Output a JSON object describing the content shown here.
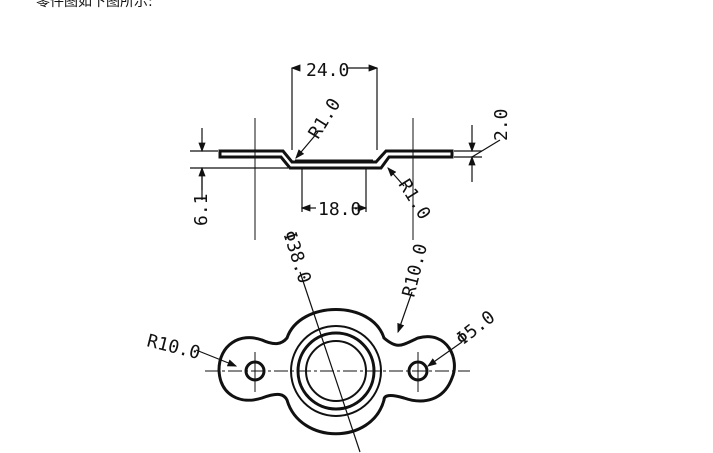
{
  "caption": "零件图如下图所示:",
  "dimensions": {
    "top_width": "24.0",
    "inner_radius": "R1.0",
    "thickness": "2.0",
    "outer_radius": "R1.0",
    "bottom_width": "18.0",
    "height": "6.1",
    "boss_diameter": "Φ38.0",
    "ear_radius": "R10.0",
    "side_radius": "R10.0",
    "hole_diameter": "Φ5.0"
  }
}
